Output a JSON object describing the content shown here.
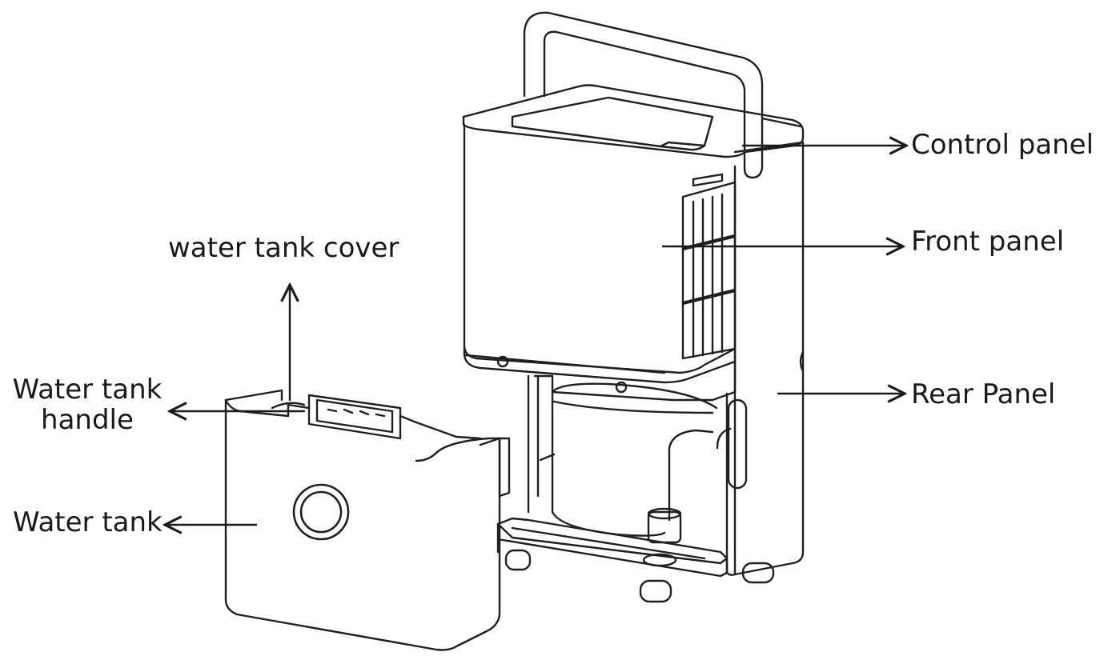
{
  "diagram": {
    "labels": {
      "control_panel": "Control panel",
      "front_panel": "Front panel",
      "rear_panel": "Rear Panel",
      "water_tank_cover": "water tank cover",
      "water_tank_handle_line1": "Water tank",
      "water_tank_handle_line2": "handle",
      "water_tank": "Water tank"
    }
  }
}
